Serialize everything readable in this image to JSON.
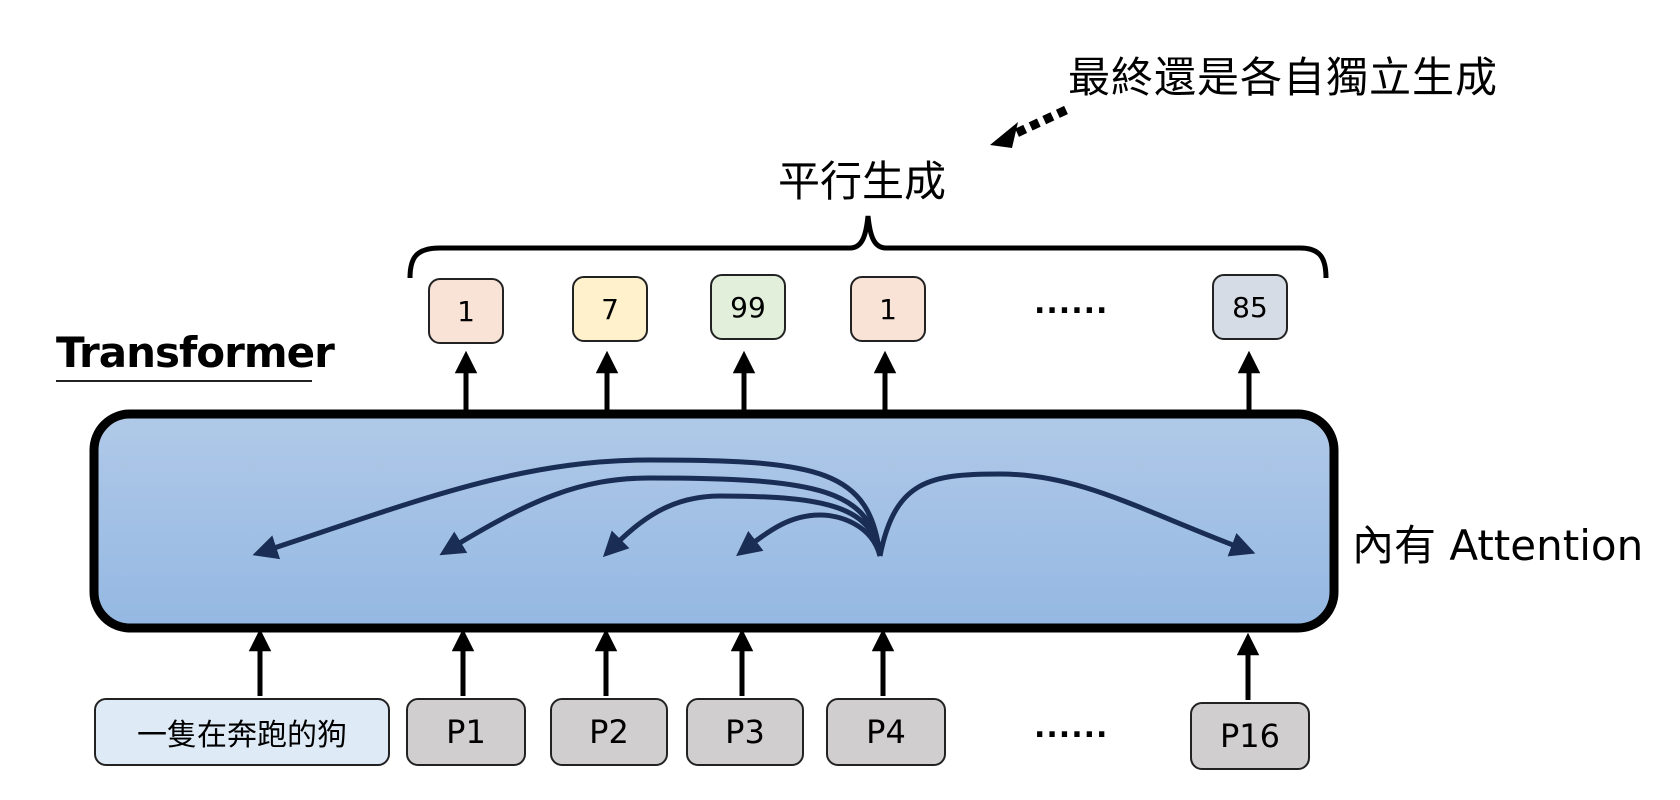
{
  "annotation": {
    "note": "最終還是各自獨立生成",
    "parallel_label": "平行生成"
  },
  "model": {
    "title": "Transformer",
    "attention_label": "內有 Attention",
    "body_gradient": [
      "#b0c9e8",
      "#94b8e2"
    ],
    "arrow_color": "#1a2d55"
  },
  "outputs": [
    {
      "label": "1",
      "color": "#f9e2d6"
    },
    {
      "label": "7",
      "color": "#fff1cc"
    },
    {
      "label": "99",
      "color": "#e1efdb"
    },
    {
      "label": "1",
      "color": "#f9e2d6"
    },
    {
      "label": "......",
      "ellipsis": true
    },
    {
      "label": "85",
      "color": "#d6dce5"
    }
  ],
  "inputs": [
    {
      "label": "一隻在奔跑的狗",
      "color": "#deebf7"
    },
    {
      "label": "P1",
      "color": "#d0cece"
    },
    {
      "label": "P2",
      "color": "#d0cece"
    },
    {
      "label": "P3",
      "color": "#d0cece"
    },
    {
      "label": "P4",
      "color": "#d0cece"
    },
    {
      "label": "......",
      "ellipsis": true
    },
    {
      "label": "P16",
      "color": "#d0cece"
    }
  ]
}
